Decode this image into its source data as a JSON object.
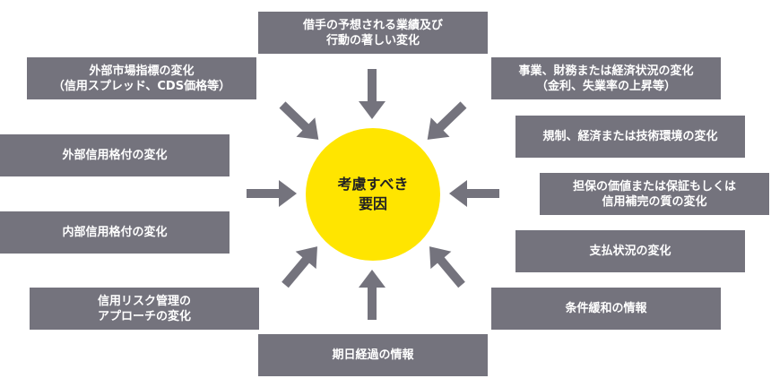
{
  "center": {
    "line1": "考慮すべき",
    "line2": "要因"
  },
  "factors": [
    {
      "line1": "借手の予想される業績及び",
      "line2": "行動の著しい変化"
    },
    {
      "line1": "外部市場指標の変化",
      "line2": "（信用スプレッド、CDS価格等）"
    },
    {
      "line1": "事業、財務または経済状況の変化",
      "line2": "（金利、失業率の上昇等）"
    },
    {
      "line1": "外部信用格付の変化"
    },
    {
      "line1": "規制、経済または技術環境の変化"
    },
    {
      "line1": "担保の価値または保証もしくは",
      "line2": "信用補完の質の変化"
    },
    {
      "line1": "内部信用格付の変化"
    },
    {
      "line1": "支払状況の変化"
    },
    {
      "line1": "信用リスク管理の",
      "line2": "アプローチの変化"
    },
    {
      "line1": "条件緩和の情報"
    },
    {
      "line1": "期日経過の情報"
    }
  ],
  "colors": {
    "box": "#74737d",
    "center": "#ffe500",
    "arrow": "#74737d"
  }
}
